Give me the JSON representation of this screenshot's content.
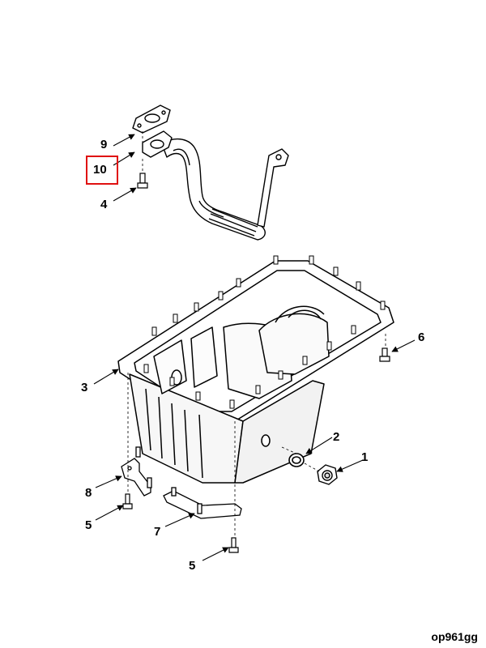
{
  "figure": {
    "id": "op961gg",
    "highlight_color": "#e01010",
    "highlighted_part": "10"
  },
  "callouts": {
    "c1": "1",
    "c2": "2",
    "c3": "3",
    "c4": "4",
    "c5a": "5",
    "c5b": "5",
    "c6": "6",
    "c7": "7",
    "c8": "8",
    "c9": "9",
    "c10": "10"
  }
}
